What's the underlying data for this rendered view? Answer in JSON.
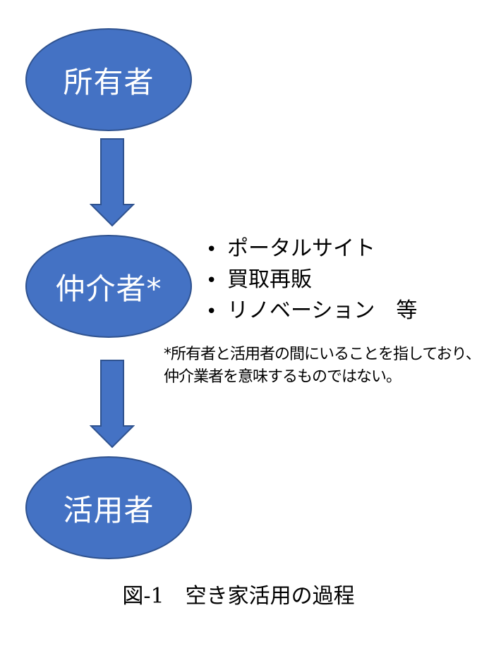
{
  "nodes": {
    "owner": "所有者",
    "broker": "仲介者*",
    "user": "活用者"
  },
  "intermediary_examples": [
    "ポータルサイト",
    "買取再販",
    "リノベーション　等"
  ],
  "bullet_glyph": "•",
  "footnote": {
    "line1": "*所有者と活用者の間にいることを指しており、",
    "line2": "仲介業者を意味するものではない。"
  },
  "caption": "図-1　空き家活用の過程",
  "colors": {
    "node_fill": "#4472c4",
    "node_border": "#2f528f",
    "node_text": "#ffffff",
    "arrow_fill": "#4472c4",
    "arrow_stroke": "#2f528f"
  }
}
